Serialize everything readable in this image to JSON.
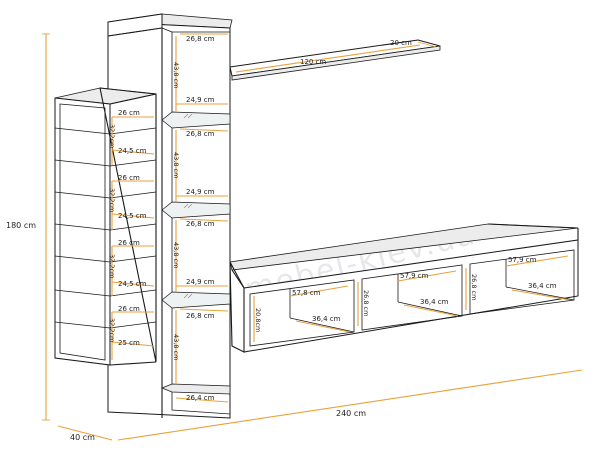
{
  "colors": {
    "dimension_line": "#e8a23c",
    "outline": "#1a1a1a",
    "watermark": "#c7ccd3"
  },
  "watermark": "mebel-kiev.ua",
  "dimensions": {
    "height_total": "180 cm",
    "width_total": "240 cm",
    "depth_total": "40 cm",
    "shelf_width": "120 cm",
    "shelf_depth": "20 cm",
    "tower_inner_width_top": "26,8 cm",
    "tower_section_height": "43,8 cm",
    "tower_shelf_depth": "24,9 cm",
    "tower_bottom_depth": "26,4 cm",
    "rack_inner_width": "26 cm",
    "rack_shelf_depth": "24,5 cm",
    "rack_bottom_depth": "25 cm",
    "rack_section_height": "32,2cm",
    "tv_inner_width": "57,9 cm",
    "tv_inner_depth": "36,4 cm",
    "tv_inner_height": "26,8 cm",
    "tv_left_height": "20,8cm",
    "tv_first_inner_width": "57,8 cm"
  }
}
